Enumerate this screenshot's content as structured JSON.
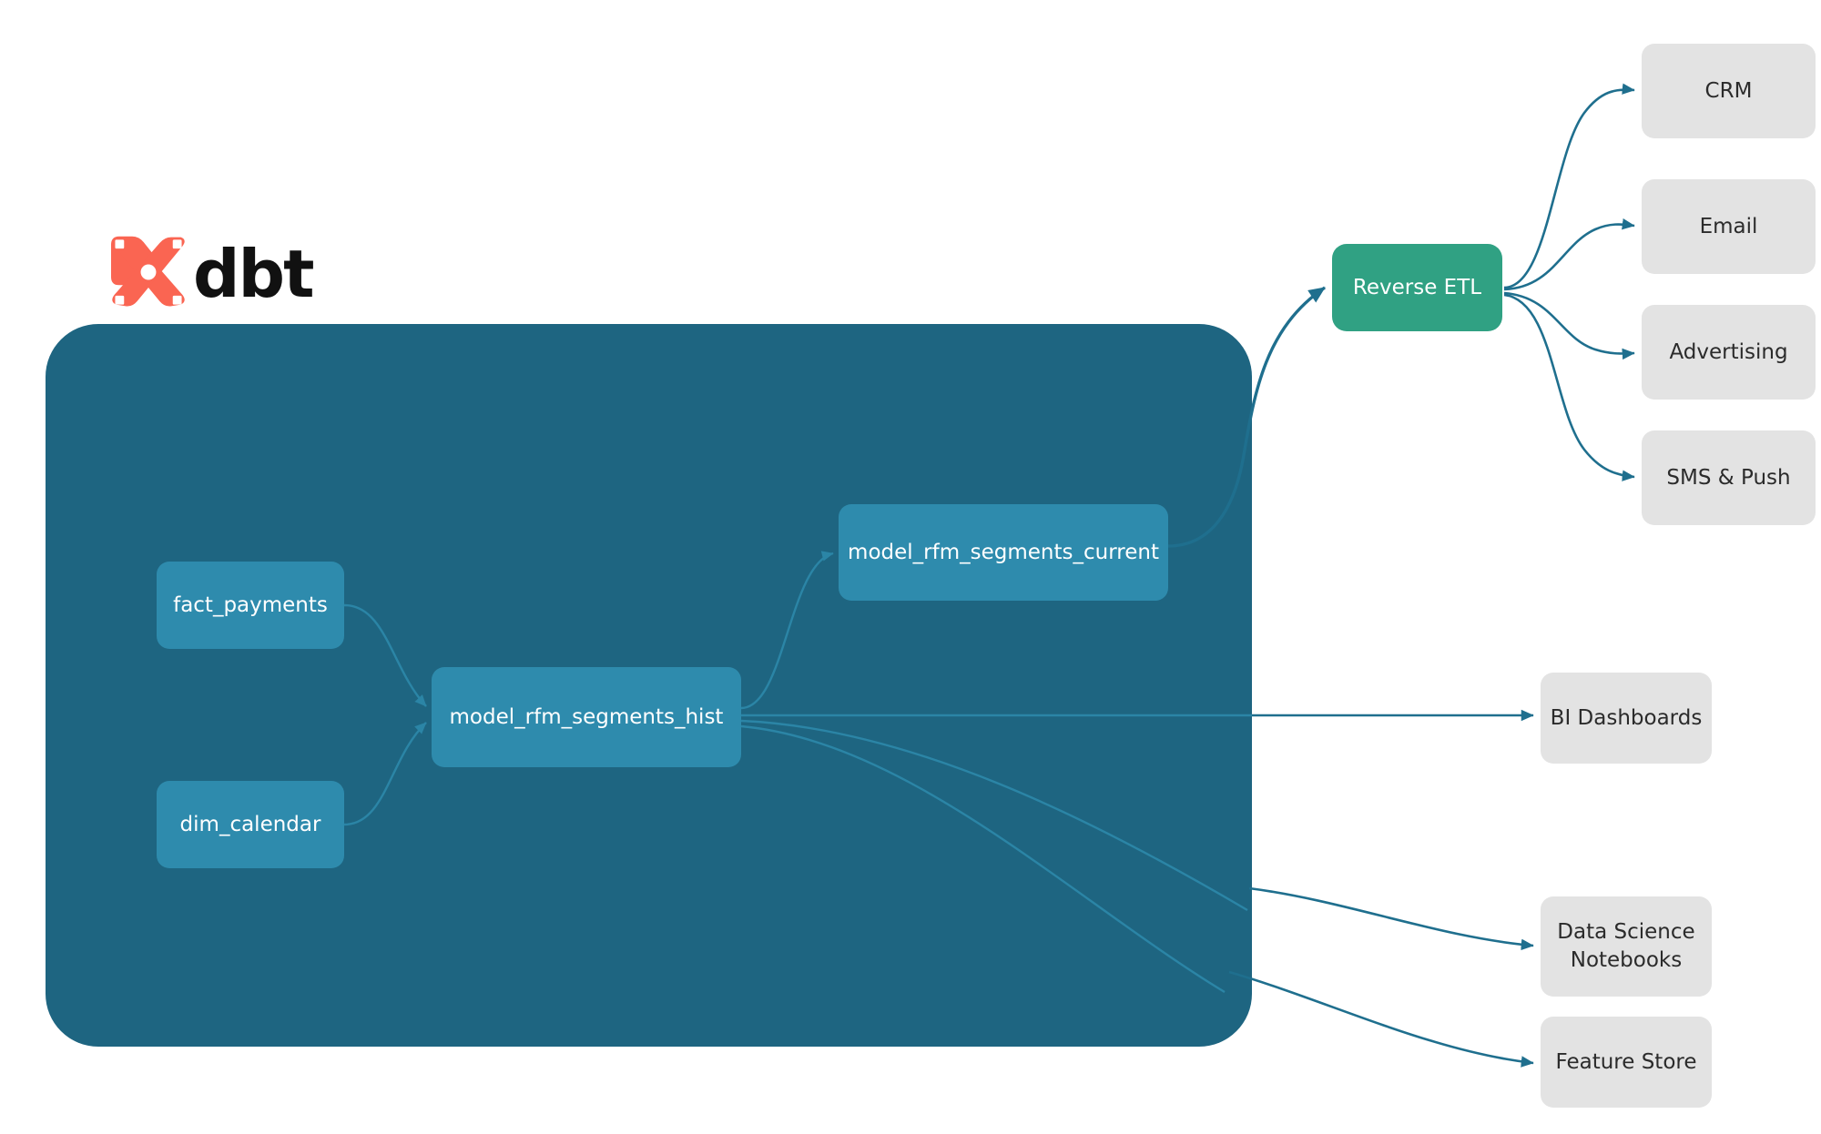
{
  "diagram": {
    "title": "dbt RFM segmentation lineage and activation",
    "brand": {
      "logo_icon": "dbt-logo-icon",
      "wordmark": "dbt",
      "logo_color": "#fa6552",
      "wordmark_color": "#111111"
    },
    "colors": {
      "container": "#1e6581",
      "model_node": "#2e8bad",
      "reverse_etl": "#30a183",
      "destination": "#e3e3e3",
      "edge": "#1f6f8e",
      "canvas": "#ffffff"
    },
    "project_container": {
      "name": "dbt-project-container",
      "label": ""
    },
    "models": [
      {
        "id": "fact_payments",
        "label": "fact_payments"
      },
      {
        "id": "dim_calendar",
        "label": "dim_calendar"
      },
      {
        "id": "model_rfm_segments_hist",
        "label": "model_rfm_segments_hist"
      },
      {
        "id": "model_rfm_segments_current",
        "label": "model_rfm_segments_current"
      }
    ],
    "activation": {
      "id": "reverse_etl",
      "label": "Reverse ETL"
    },
    "channels": [
      {
        "id": "crm",
        "label": "CRM"
      },
      {
        "id": "email",
        "label": "Email"
      },
      {
        "id": "advertising",
        "label": "Advertising"
      },
      {
        "id": "sms_push",
        "label": "SMS & Push"
      }
    ],
    "consumers": [
      {
        "id": "bi_dashboards",
        "label": "BI Dashboards"
      },
      {
        "id": "ds_notebooks",
        "label": "Data Science\nNotebooks",
        "line1": "Data Science",
        "line2": "Notebooks"
      },
      {
        "id": "feature_store",
        "label": "Feature Store"
      }
    ],
    "edges": [
      {
        "from": "fact_payments",
        "to": "model_rfm_segments_hist"
      },
      {
        "from": "dim_calendar",
        "to": "model_rfm_segments_hist"
      },
      {
        "from": "model_rfm_segments_hist",
        "to": "model_rfm_segments_current"
      },
      {
        "from": "model_rfm_segments_hist",
        "to": "bi_dashboards"
      },
      {
        "from": "model_rfm_segments_hist",
        "to": "ds_notebooks"
      },
      {
        "from": "model_rfm_segments_hist",
        "to": "feature_store"
      },
      {
        "from": "model_rfm_segments_current",
        "to": "reverse_etl"
      },
      {
        "from": "reverse_etl",
        "to": "crm"
      },
      {
        "from": "reverse_etl",
        "to": "email"
      },
      {
        "from": "reverse_etl",
        "to": "advertising"
      },
      {
        "from": "reverse_etl",
        "to": "sms_push"
      }
    ]
  }
}
